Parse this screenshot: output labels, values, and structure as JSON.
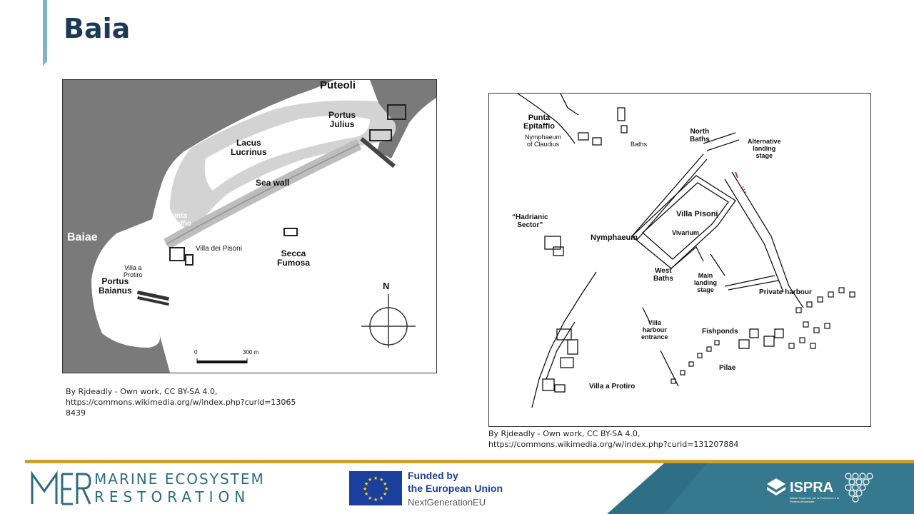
{
  "slide": {
    "title": "Baia"
  },
  "map1": {
    "labels": {
      "puteoli": "Puteoli",
      "portus_julius": "Portus\nJulius",
      "lacus_lucrinus": "Lacus\nLucrinus",
      "sea_wall": "Sea wall",
      "punta_epitaffio": "Punta\nEpitaffio",
      "baiae": "Baiae",
      "villa_dei_pisoni": "Villa dei Pisoni",
      "secca_fumosa": "Secca\nFumosa",
      "villa_a_protiro": "Villa a\nProtiro",
      "portus_baianus": "Portus\nBaianus",
      "north": "N",
      "scale_start": "0",
      "scale_end": "300 m"
    },
    "credit_line1": "By Rjdeadly - Own work, CC BY-SA 4.0,",
    "credit_line2": "https://commons.wikimedia.org/w/index.php?curid=13065",
    "credit_line3": "8439"
  },
  "map2": {
    "labels": {
      "punta_epitaffio": "Punta\nEpitaffio",
      "nymphaeum_claudius": "Nymphaeum\nof Claudius",
      "baths": "Baths",
      "north_baths": "North\nBaths",
      "alternative_landing": "Alternative\nlanding\nstage",
      "hadrianic_sector": "“Hadrianic\nSector”",
      "villa_pisoni": "Villa Pisoni",
      "vivarium": "Vivarium",
      "nymphaeum": "Nymphaeum",
      "west_baths": "West\nBaths",
      "main_landing": "Main\nlanding\nstage",
      "private_harbour": "Private harbour",
      "villa_harbour_entrance": "Villa\nharbour\nentrance",
      "fishponds": "Fishponds",
      "pilae": "Pilae",
      "villa_a_protiro": "Villa a Protiro"
    },
    "credit_line1": "By Rjdeadly - Own work, CC BY-SA 4.0,",
    "credit_line2": "https://commons.wikimedia.org/w/index.php?curid=131207884"
  },
  "footer": {
    "mer_line1": "MARINE ECOSYSTEM",
    "mer_line2": "RESTORATION",
    "eu_line1": "Funded by",
    "eu_line2": "the European Union",
    "eu_line3": "NextGenerationEU",
    "ispra_name": "ISPRA",
    "ispra_sub": "Istituto Superiore per la Protezione e la Ricerca Ambientale",
    "colors": {
      "accent_gold": "#c9a227",
      "teal": "#2f6f85",
      "mer_text": "#2e6b80",
      "eu_blue": "#1b3f9c"
    }
  }
}
